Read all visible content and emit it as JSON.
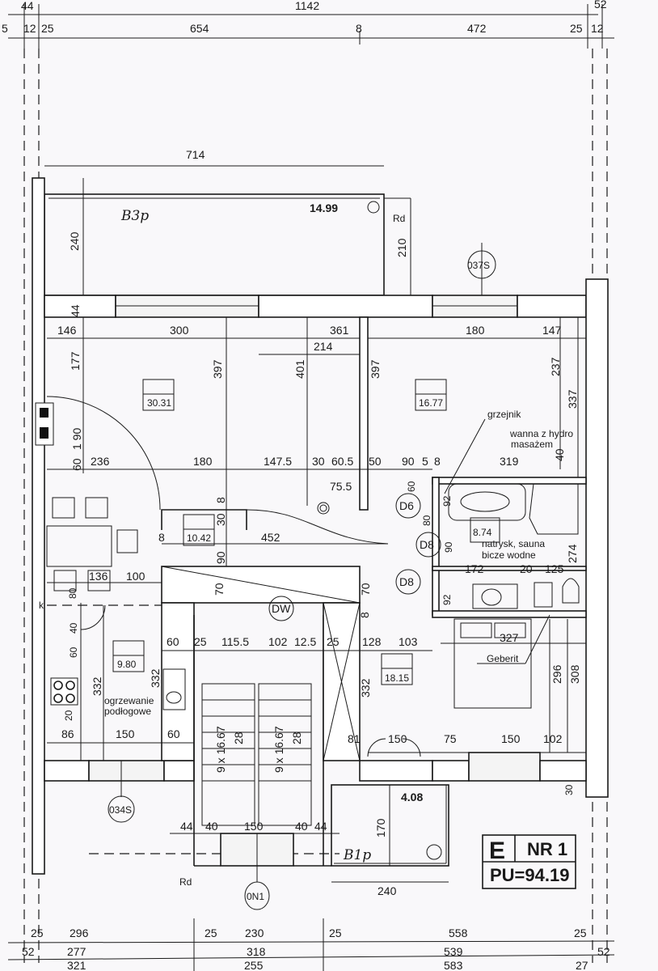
{
  "plan": {
    "top_dims": [
      "44",
      "1142",
      "52",
      "5",
      "12",
      "25",
      "654",
      "8",
      "472",
      "25",
      "12"
    ],
    "balcony_top": {
      "width": "714",
      "name": "B3p",
      "level": "14.99",
      "drain": "Rd",
      "depth": "240",
      "door_h": "210",
      "window_tag": "037S"
    },
    "living": {
      "area": "30.31",
      "dims": [
        "44",
        "146",
        "300",
        "361",
        "214",
        "177",
        "397",
        "401",
        "397",
        "1 90",
        "60",
        "236",
        "180",
        "147.5",
        "30",
        "60.5",
        "50",
        "75.5"
      ]
    },
    "bedroom1": {
      "area": "16.77",
      "dims": [
        "180",
        "147",
        "237",
        "337",
        "40",
        "90",
        "5",
        "8",
        "319"
      ]
    },
    "hall": {
      "area": "10.42",
      "dims": [
        "8",
        "30",
        "8",
        "452",
        "90",
        "70",
        "70",
        "8"
      ]
    },
    "bathroom": {
      "area": "8.74",
      "notes": [
        "grzejnik",
        "wanna z hydro",
        "masażem",
        "natrysk, sauna",
        "bicze wodne",
        "Geberit"
      ],
      "dims": [
        "60",
        "80",
        "92",
        "90",
        "274",
        "172",
        "20",
        "125",
        "92"
      ]
    },
    "doors": [
      "D6",
      "D8",
      "D8",
      "DW"
    ],
    "kitchen": {
      "area": "9.80",
      "note": [
        "ogrzewanie",
        "podłogowe"
      ],
      "dims": [
        "136",
        "100",
        "80",
        "40",
        "60",
        "332",
        "332",
        "20",
        "86",
        "150",
        "60",
        "60"
      ],
      "hob_label": "k"
    },
    "stairs": {
      "dims": [
        "25",
        "115.5",
        "102",
        "12.5",
        "25"
      ],
      "flights": [
        "9 x 16.67",
        "28",
        "9 x 16.67",
        "28"
      ]
    },
    "bedroom2": {
      "area": "18.15",
      "dims": [
        "128",
        "103",
        "327",
        "296",
        "308",
        "332",
        "81",
        "150",
        "75",
        "150",
        "102",
        "30"
      ]
    },
    "balcony_bottom": {
      "area": "4.08",
      "name": "B1p",
      "depth": "170",
      "width": "240",
      "drain": "Rd",
      "window_tag": "0N1",
      "dims": [
        "44",
        "40",
        "150",
        "40",
        "44"
      ]
    },
    "window_tag_left": "034S",
    "stamp": {
      "letter": "E",
      "number": "NR 1",
      "usable_area": "PU=94.19"
    },
    "bottom_dims": {
      "row1": [
        "25",
        "296",
        "25",
        "230",
        "25",
        "558",
        "25"
      ],
      "row2": [
        "52",
        "277",
        "318",
        "539",
        "52"
      ],
      "row3": [
        "321",
        "255",
        "583",
        "27"
      ]
    }
  }
}
